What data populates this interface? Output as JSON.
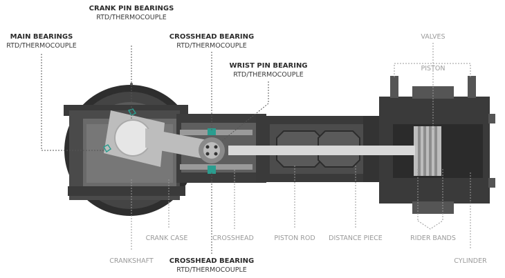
{
  "callouts": {
    "crank_pin": {
      "title": "CRANK PIN BEARINGS",
      "sub": "RTD/THERMOCOUPLE"
    },
    "main": {
      "title": "MAIN BEARINGS",
      "sub": "RTD/THERMOCOUPLE"
    },
    "crosshead_top": {
      "title": "CROSSHEAD BEARING",
      "sub": "RTD/THERMOCOUPLE"
    },
    "wrist_pin": {
      "title": "WRIST PIN BEARING",
      "sub": "RTD/THERMOCOUPLE"
    },
    "crosshead_bottom": {
      "title": "CROSSHEAD BEARING",
      "sub": "RTD/THERMOCOUPLE"
    }
  },
  "parts": {
    "valves": "VALVES",
    "piston": "PISTON",
    "crank_case": "CRANK CASE",
    "crosshead": "CROSSHEAD",
    "piston_rod": "PISTON ROD",
    "distance_piece": "DISTANCE PIECE",
    "rider_bands": "RIDER BANDS",
    "crankshaft": "CRANKSHAFT",
    "cylinder": "CYLINDER"
  },
  "colors": {
    "body_dark": "#3a3a3a",
    "body_mid": "#555555",
    "body_light": "#6e6e6e",
    "rod_light": "#d9d9d9",
    "sensor": "#2a9d8f"
  }
}
